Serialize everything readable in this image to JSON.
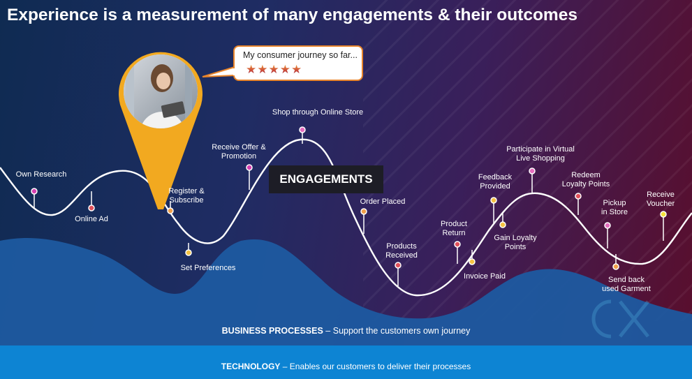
{
  "title": "Experience is a measurement of many engagements & their outcomes",
  "bubble": {
    "text": "My consumer journey so far...",
    "stars": "★★★★★",
    "rating": 5
  },
  "center_label": "ENGAGEMENTS",
  "touchpoints": [
    {
      "label": "Own Research",
      "color": "#d63fb0"
    },
    {
      "label": "Online Ad",
      "color": "#e0505a"
    },
    {
      "label": "Register &\nSubscribe",
      "color": "#f0a04a"
    },
    {
      "label": "Set Preferences",
      "color": "#f5c242"
    },
    {
      "label": "Receive Offer &\nPromotion",
      "color": "#d63fb0"
    },
    {
      "label": "Shop through Online Store",
      "color": "#e46cbe"
    },
    {
      "label": "Order Placed",
      "color": "#f0a04a"
    },
    {
      "label": "Products\nReceived",
      "color": "#e0505a"
    },
    {
      "label": "Product\nReturn",
      "color": "#e0505a"
    },
    {
      "label": "Invoice Paid",
      "color": "#f5c242"
    },
    {
      "label": "Feedback\nProvided",
      "color": "#f5c242"
    },
    {
      "label": "Gain Loyalty\nPoints",
      "color": "#f5c242"
    },
    {
      "label": "Participate in Virtual\nLive Shopping",
      "color": "#e46cbe"
    },
    {
      "label": "Redeem\nLoyalty Points",
      "color": "#e0505a"
    },
    {
      "label": "Pickup\nin Store",
      "color": "#e46cbe"
    },
    {
      "label": "Send back\nused Garment",
      "color": "#f0a04a"
    },
    {
      "label": "Receive\nVoucher",
      "color": "#f5e23a"
    }
  ],
  "business": {
    "bold": "BUSINESS PROCESSES",
    "rest": " – Support the customers own journey"
  },
  "technology": {
    "bold": "TECHNOLOGY",
    "rest": " – Enables our customers to deliver their processes"
  },
  "watermark": "CX",
  "colors": {
    "curve": "#ffffff",
    "pin": "#f2a920",
    "wave": "#1d5aa0",
    "tech_bar": "#0d84d3",
    "bubble_border": "#e8842a"
  }
}
